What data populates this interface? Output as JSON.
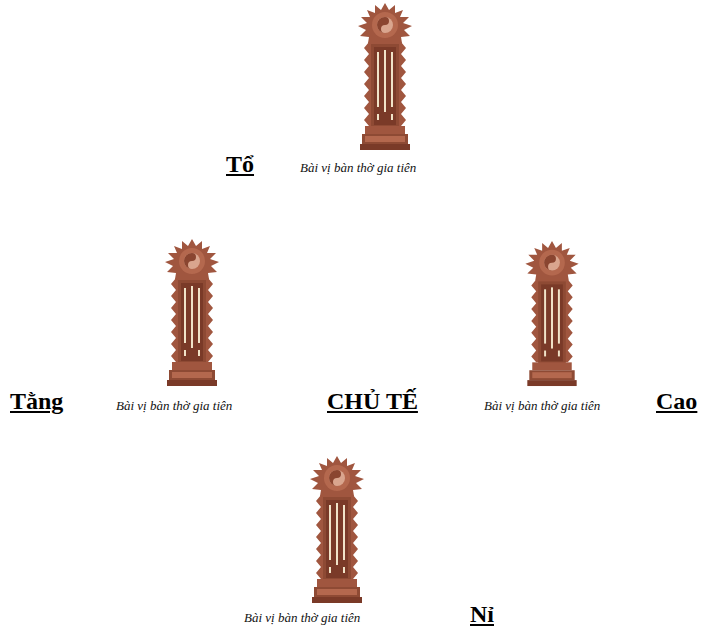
{
  "diagram": {
    "labels": [
      "Tổ",
      "Bài vị bàn thờ gia tiên",
      "Tằng",
      "Bài vị bàn thờ gia tiên",
      "CHỦ TẾ",
      "Bài vị bàn thờ gia tiên",
      "Cao",
      "Bài vị bàn thờ gia tiên",
      "Nỉ"
    ]
  }
}
